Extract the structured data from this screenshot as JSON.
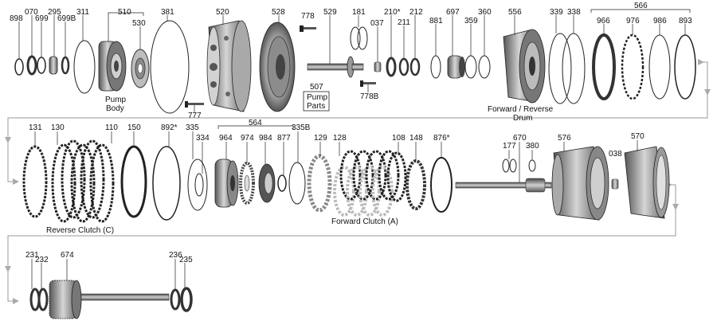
{
  "parts": {
    "p898": "898",
    "p070": "070",
    "p699": "699",
    "p295": "295",
    "p699b": "699B",
    "p311": "311",
    "p510": "510",
    "p530": "530",
    "p381": "381",
    "p520": "520",
    "p528": "528",
    "p778": "778",
    "p529": "529",
    "p507": "507",
    "p181": "181",
    "p037": "037",
    "p210": "210*",
    "p211": "211",
    "p212": "212",
    "p881": "881",
    "p697": "697",
    "p359": "359",
    "p360": "360",
    "p556": "556",
    "p339": "339",
    "p338": "338",
    "p566": "566",
    "p966": "966",
    "p976": "976",
    "p986": "986",
    "p893": "893",
    "p777": "777",
    "p778b": "778B",
    "p131": "131",
    "p130": "130",
    "p110": "110",
    "p150": "150",
    "p892": "892*",
    "p335": "335",
    "p334": "334",
    "p564": "564",
    "p964": "964",
    "p974": "974",
    "p984": "984",
    "p877": "877",
    "p335b": "335B",
    "p129": "129",
    "p128": "128",
    "p108": "108",
    "p148": "148",
    "p876": "876*",
    "p177": "177",
    "p670": "670",
    "p380": "380",
    "p576": "576",
    "p038": "038",
    "p570": "570",
    "p231": "231",
    "p232": "232",
    "p674": "674",
    "p236": "236",
    "p235": "235"
  },
  "labels": {
    "pump_body_1": "Pump",
    "pump_body_2": "Body",
    "pump_parts_1": "Pump",
    "pump_parts_2": "Parts",
    "fr_drum_1": "Forward / Reverse",
    "fr_drum_2": "Drum",
    "reverse_clutch": "Reverse Clutch (C)",
    "forward_clutch": "Forward Clutch (A)"
  },
  "colors": {
    "metal_dark": "#2b2b2b",
    "metal_mid": "#7a7a7a",
    "metal_light": "#c8c8c8",
    "flow_line": "#999999"
  }
}
